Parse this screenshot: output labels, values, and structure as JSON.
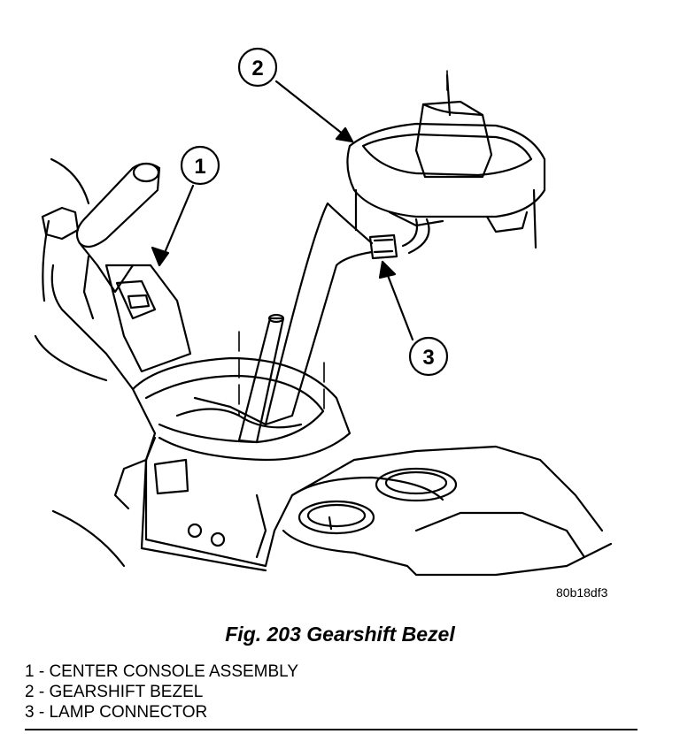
{
  "figure": {
    "ref_code": "80b18df3",
    "caption": "Fig. 203 Gearshift Bezel",
    "callouts": [
      {
        "number": "1",
        "label": "CENTER CONSOLE ASSEMBLY"
      },
      {
        "number": "2",
        "label": "GEARSHIFT BEZEL"
      },
      {
        "number": "3",
        "label": "LAMP CONNECTOR"
      }
    ],
    "legend": [
      "1 - CENTER CONSOLE ASSEMBLY",
      "2 - GEARSHIFT BEZEL",
      "3 - LAMP CONNECTOR"
    ]
  }
}
